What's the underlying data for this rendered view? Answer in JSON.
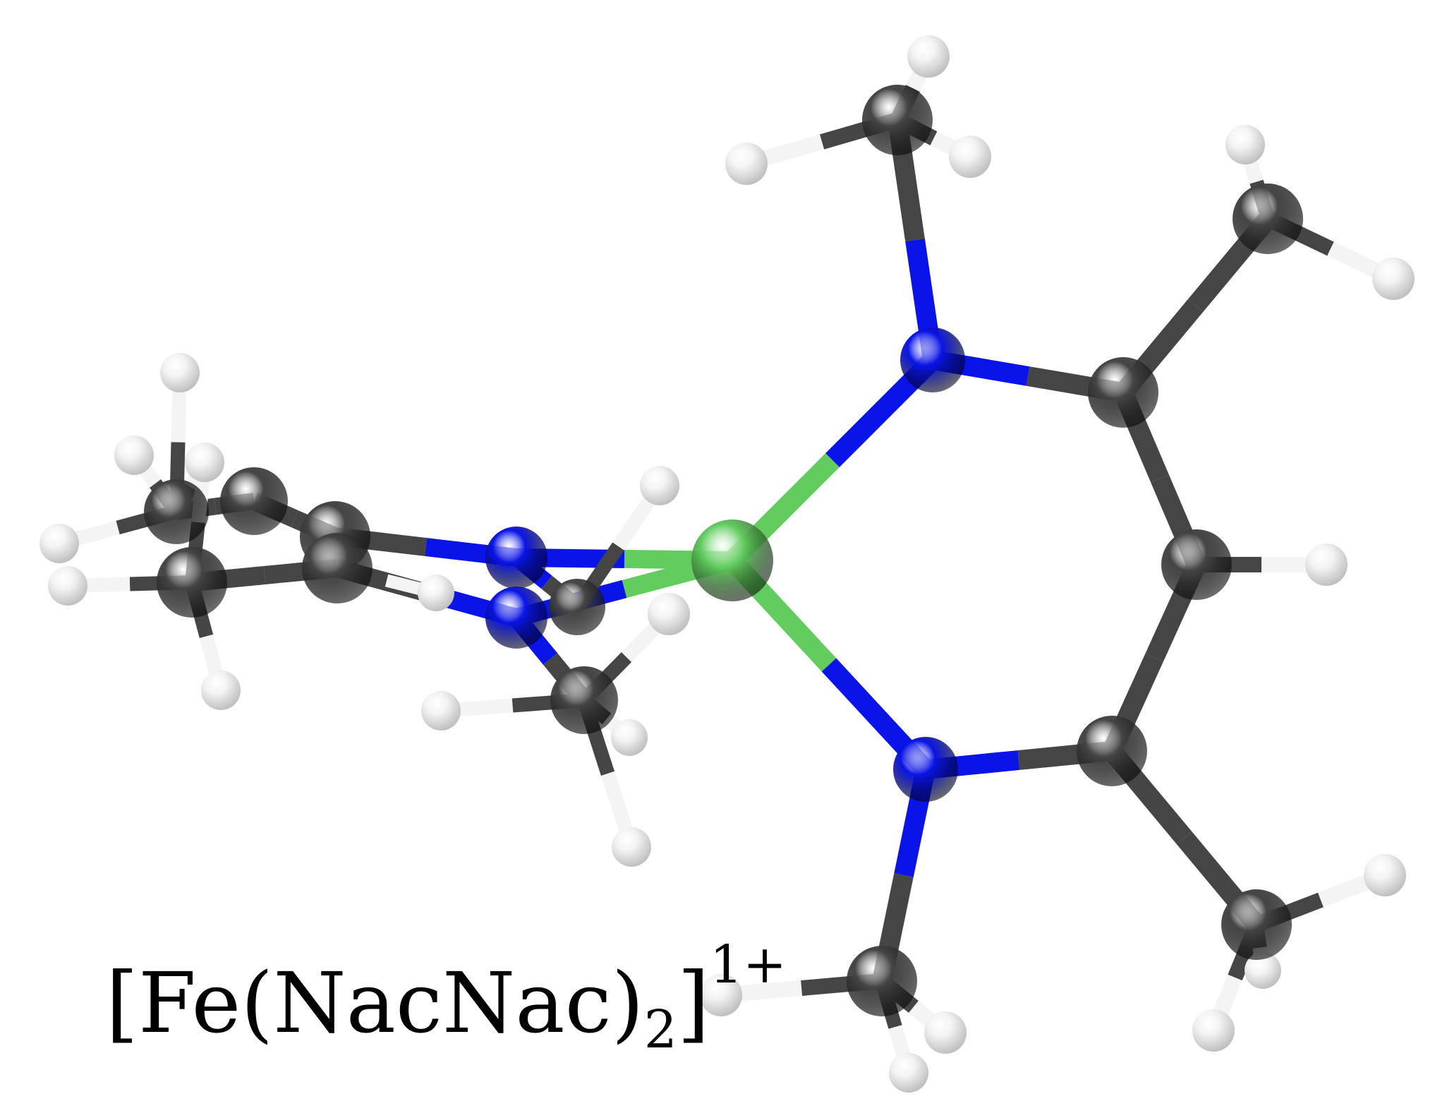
{
  "label": {
    "open": "[Fe(NacNac)",
    "subscript": "2",
    "close": "]",
    "superscript": "1+"
  },
  "element_colors": {
    "Fe": "#62cc5e",
    "N": "#0a14e6",
    "C": "#454545",
    "H": "#f4f4f4"
  }
}
